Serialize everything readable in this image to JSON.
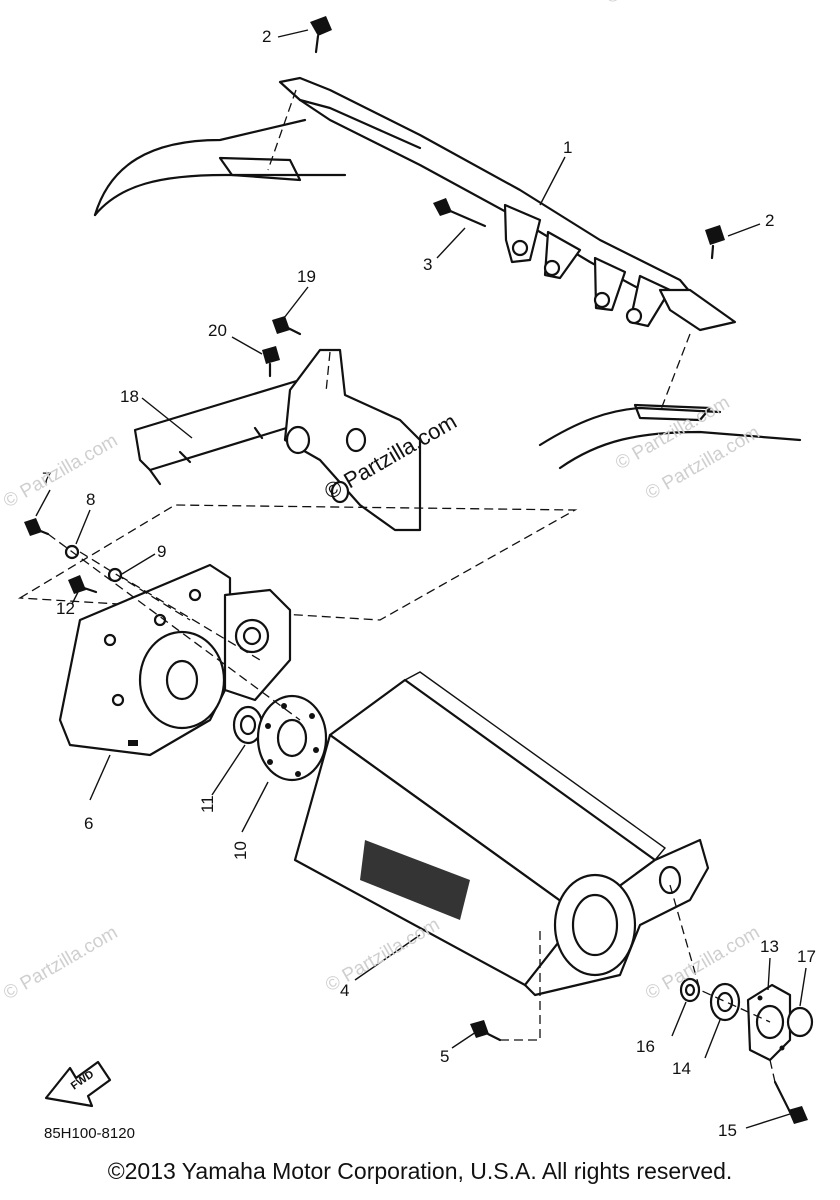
{
  "callouts": [
    "1",
    "2",
    "2",
    "3",
    "4",
    "5",
    "6",
    "7",
    "8",
    "9",
    "10",
    "11",
    "12",
    "13",
    "14",
    "15",
    "16",
    "17",
    "18",
    "19",
    "20"
  ],
  "watermarks": [
    "© Partzilla.com",
    "© Partzilla.com",
    "© Partzilla.com",
    "© Partzilla.com",
    "© Partzilla.com",
    "© Partzilla.com",
    "© Partzilla.com",
    "© Partzilla.com"
  ],
  "fwd_label": "FWD",
  "diagram_code": "85H100-8120",
  "copyright": "©2013  Yamaha Motor Corporation, U.S.A. All rights reserved."
}
